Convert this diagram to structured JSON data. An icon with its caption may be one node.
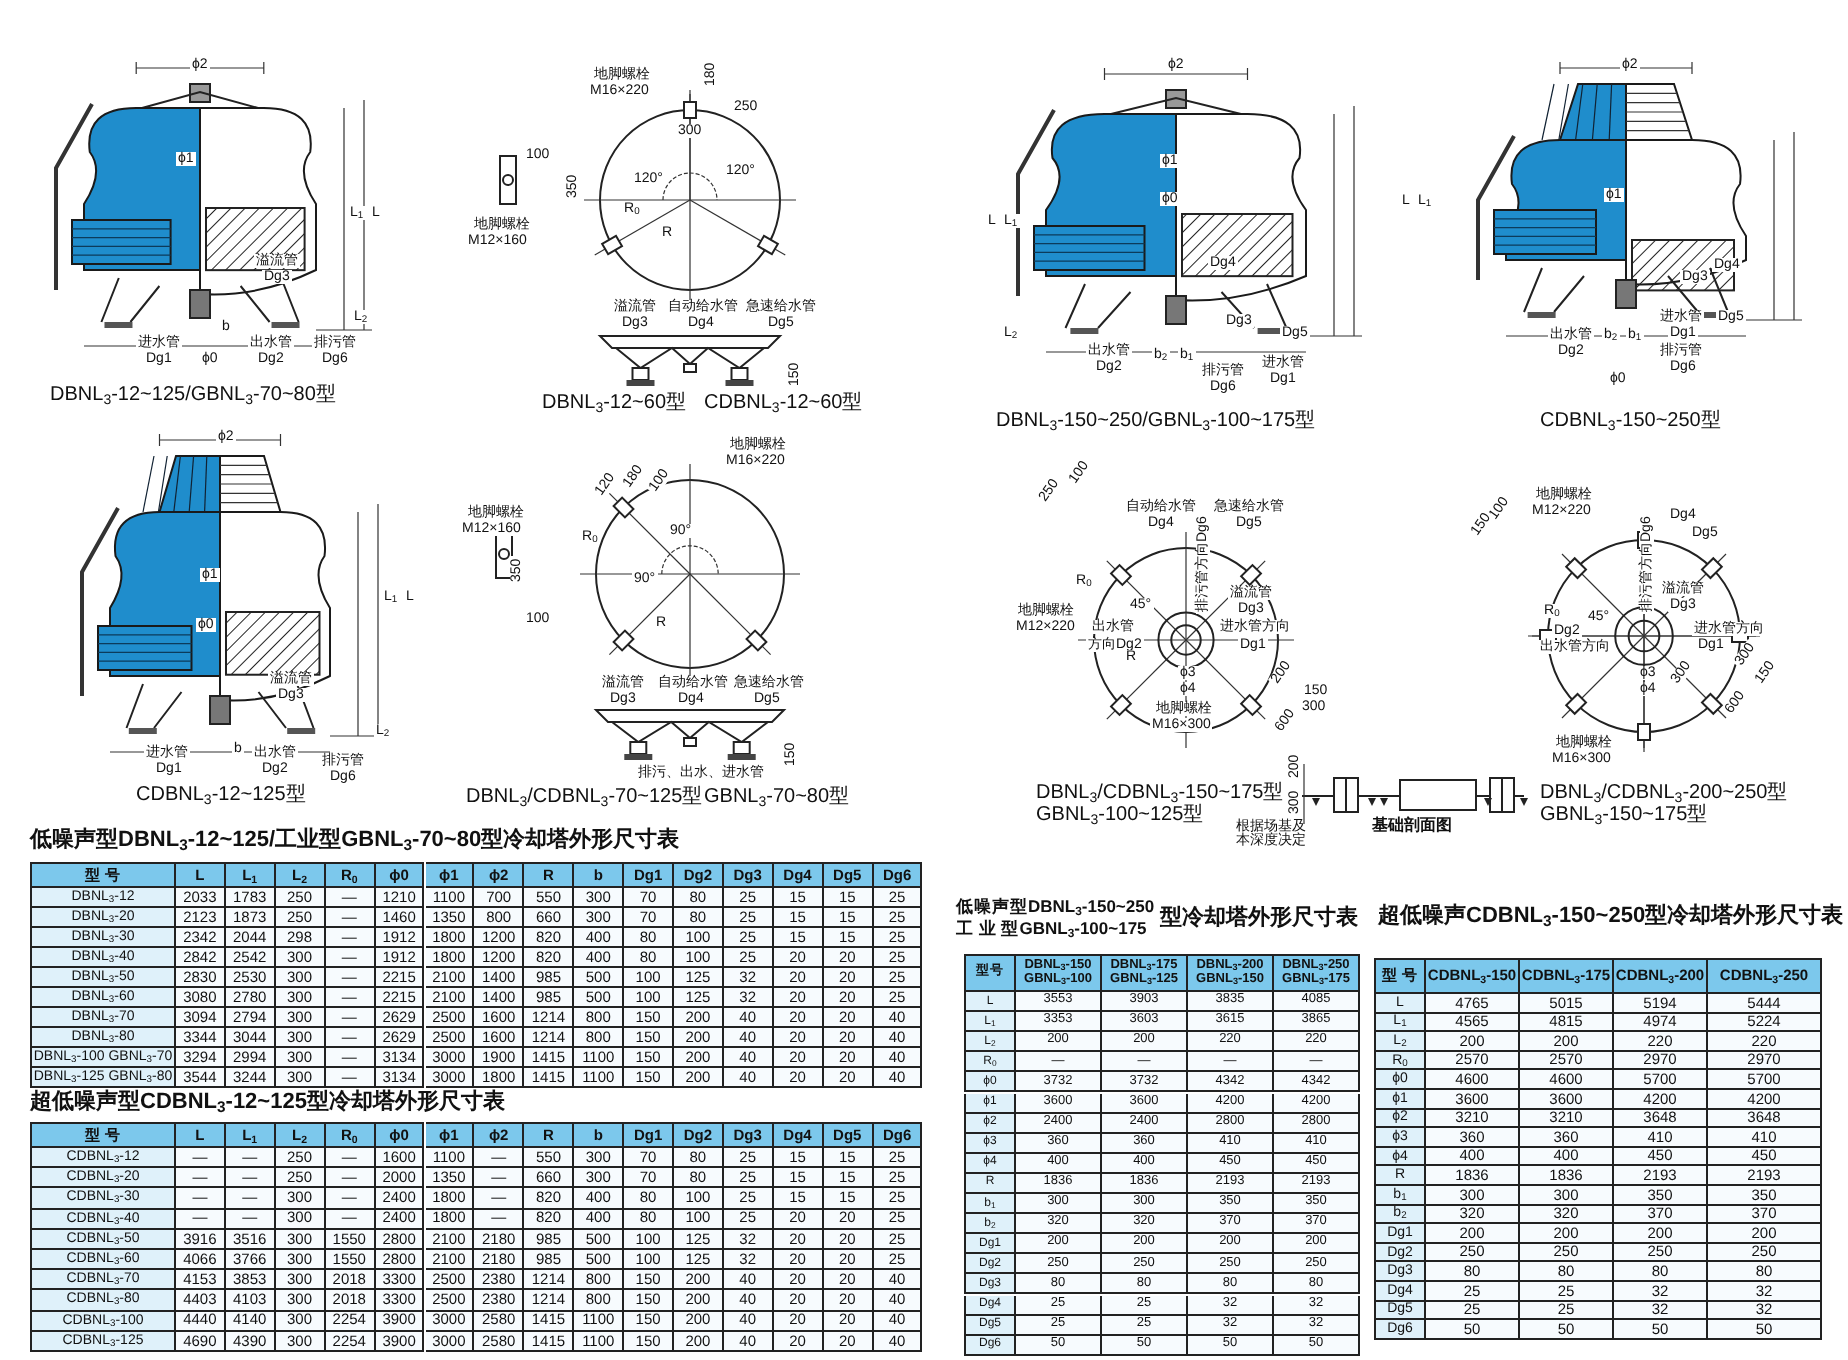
{
  "diagram": {
    "labels": [
      "ϕ2",
      "ϕ1",
      "L$_{1}$",
      "L",
      "溢流管",
      "Dg3",
      "L$_{2}$",
      "b",
      "进水管",
      "Dg1",
      "ϕ0",
      "出水管",
      "Dg2",
      "排污管",
      "Dg6",
      "DBNL$_{3}$-12~125/GBNL$_{3}$-70~80型",
      "地脚螺栓",
      "M16×220",
      "180",
      "250",
      "300",
      "100",
      "350",
      "120°",
      "120°",
      "R$_{0}$",
      "R",
      "地脚螺栓",
      "M12×160",
      "溢流管",
      "Dg3",
      "自动给水管",
      "Dg4",
      "急速给水管",
      "Dg5",
      "150",
      "DBNL$_{3}$-12~60型",
      "CDBNL$_{3}$-12~60型",
      "ϕ2",
      "ϕ1",
      "ϕ0",
      "L$_{1}$",
      "L",
      "溢流管",
      "Dg3",
      "L$_{2}$",
      "进水管",
      "Dg1",
      "b",
      "出水管",
      "Dg2",
      "排污管",
      "Dg6",
      "CDBNL$_{3}$-12~125型",
      "地脚螺栓",
      "M16×220",
      "120",
      "180",
      "100",
      "地脚螺栓",
      "M12×160",
      "R$_{0}$",
      "90°",
      "90°",
      "350",
      "100",
      "R",
      "溢流管",
      "Dg3",
      "自动给水管",
      "Dg4",
      "急速给水管",
      "Dg5",
      "150",
      "排污、出水、进水管",
      "DBNL$_{3}$/CDBNL$_{3}$-70~125型",
      "GBNL$_{3}$-70~80型",
      "ϕ2",
      "ϕ1",
      "ϕ0",
      "L",
      "L$_{1}$",
      "L$_{2}$",
      "Dg4",
      "Dg3",
      "Dg5",
      "出水管",
      "Dg2",
      "b$_{2}$",
      "b$_{1}$",
      "排污管",
      "Dg6",
      "进水管",
      "Dg1",
      "DBNL$_{3}$-150~250/GBNL$_{3}$-100~175型",
      "ϕ2",
      "L",
      "L$_{1}$",
      "ϕ1",
      "Dg4",
      "Dg3",
      "进水管",
      "Dg1",
      "Dg5",
      "出水管",
      "Dg2",
      "b$_{2}$",
      "b$_{1}$",
      "排污管",
      "Dg6",
      "ϕ0",
      "CDBNL$_{3}$-150~250型",
      "100",
      "250",
      "自动给水管",
      "Dg4",
      "急速给水管",
      "Dg5",
      "R$_{0}$",
      "地脚螺栓",
      "M12×220",
      "排污管方向Dg6",
      "45°",
      "溢流管",
      "Dg3",
      "出水管",
      "方向Dg2",
      "进水管方向",
      "Dg1",
      "R",
      "ϕ3",
      "ϕ4",
      "200",
      "150",
      "300",
      "600",
      "地脚螺栓",
      "M16×300",
      "DBNL$_{3}$/CDBNL$_{3}$-150~175型",
      "GBNL$_{3}$-100~125型",
      "200",
      "300",
      "根据场基及本深度决定",
      "基础剖面图",
      "地脚螺栓",
      "M12×220",
      "100",
      "150",
      "Dg4",
      "Dg5",
      "排污管方向Dg6",
      "溢流管",
      "Dg3",
      "R$_{0}$",
      "45°",
      "Dg2",
      "出水管方向",
      "进水管方向",
      "Dg1",
      "ϕ3",
      "ϕ4",
      "300",
      "300",
      "150",
      "600",
      "地脚螺栓",
      "M16×300",
      "DBNL$_{3}$/CDBNL$_{3}$-200~250型",
      "GBNL$_{3}$-150~175型",
      "低噪声型DBNL$_{3}$-12~125/工业型GBNL$_{3}$-70~80型冷却塔外形尺寸表",
      "型 号",
      "L",
      "L$_{1}$",
      "L$_{2}$",
      "R$_{0}$",
      "ϕ0",
      "ϕ1",
      "ϕ2",
      "R",
      "b",
      "Dg1",
      "Dg2",
      "Dg3",
      "Dg4",
      "Dg5",
      "Dg6",
      "DBNL$_{3}$-12",
      "2033",
      "1783",
      "250",
      "—",
      "1210",
      "1100",
      "700",
      "550",
      "300",
      "70",
      "80",
      "25",
      "15",
      "15",
      "25",
      "DBNL$_{3}$-20",
      "2123",
      "1873",
      "250",
      "—",
      "1460",
      "1350",
      "800",
      "660",
      "300",
      "70",
      "80",
      "25",
      "15",
      "15",
      "25",
      "DBNL$_{3}$-30",
      "2342",
      "2044",
      "298",
      "—",
      "1912",
      "1800",
      "1200",
      "820",
      "400",
      "80",
      "100",
      "25",
      "15",
      "15",
      "25",
      "DBNL$_{3}$-40",
      "2842",
      "2542",
      "300",
      "—",
      "1912",
      "1800",
      "1200",
      "820",
      "400",
      "80",
      "100",
      "25",
      "20",
      "20",
      "25",
      "DBNL$_{3}$-50",
      "2830",
      "2530",
      "300",
      "—",
      "2215",
      "2100",
      "1400",
      "985",
      "500",
      "100",
      "125",
      "32",
      "20",
      "20",
      "25",
      "DBNL$_{3}$-60",
      "3080",
      "2780",
      "300",
      "—",
      "2215",
      "2100",
      "1400",
      "985",
      "500",
      "100",
      "125",
      "32",
      "20",
      "20",
      "25",
      "DBNL$_{3}$-70",
      "3094",
      "2794",
      "300",
      "—",
      "2629",
      "2500",
      "1600",
      "1214",
      "800",
      "150",
      "200",
      "40",
      "20",
      "20",
      "40",
      "DBNL$_{3}$-80",
      "3344",
      "3044",
      "300",
      "—",
      "2629",
      "2500",
      "1600",
      "1214",
      "800",
      "150",
      "200",
      "40",
      "20",
      "20",
      "40",
      "DBNL$_{3}$-100 GBNL$_{3}$-70",
      "3294",
      "2994",
      "300",
      "—",
      "3134",
      "3000",
      "1900",
      "1415",
      "1100",
      "150",
      "200",
      "40",
      "20",
      "20",
      "40",
      "DBNL$_{3}$-125 GBNL$_{3}$-80",
      "3544",
      "3244",
      "300",
      "—",
      "3134",
      "3000",
      "1800",
      "1415",
      "1100",
      "150",
      "200",
      "40",
      "20",
      "20",
      "40",
      "超低噪声型CDBNL$_{3}$-12~125型冷却塔外形尺寸表",
      "型 号",
      "L",
      "L$_{1}$",
      "L$_{2}$",
      "R$_{0}$",
      "ϕ0",
      "ϕ1",
      "ϕ2",
      "R",
      "b",
      "Dg1",
      "Dg2",
      "Dg3",
      "Dg4",
      "Dg5",
      "Dg6",
      "CDBNL$_{3}$-12",
      "—",
      "—",
      "250",
      "—",
      "1600",
      "1100",
      "—",
      "550",
      "300",
      "70",
      "80",
      "25",
      "15",
      "15",
      "25",
      "CDBNL$_{3}$-20",
      "—",
      "—",
      "250",
      "—",
      "2000",
      "1350",
      "—",
      "660",
      "300",
      "70",
      "80",
      "25",
      "15",
      "15",
      "25",
      "CDBNL$_{3}$-30",
      "—",
      "—",
      "300",
      "—",
      "2400",
      "1800",
      "—",
      "820",
      "400",
      "80",
      "100",
      "25",
      "15",
      "15",
      "25",
      "CDBNL$_{3}$-40",
      "—",
      "—",
      "300",
      "—",
      "2400",
      "1800",
      "—",
      "820",
      "400",
      "80",
      "100",
      "25",
      "20",
      "20",
      "25",
      "CDBNL$_{3}$-50",
      "3916",
      "3516",
      "300",
      "1550",
      "2800",
      "2100",
      "2180",
      "985",
      "500",
      "100",
      "125",
      "32",
      "20",
      "20",
      "25",
      "CDBNL$_{3}$-60",
      "4066",
      "3766",
      "300",
      "1550",
      "2800",
      "2100",
      "2180",
      "985",
      "500",
      "100",
      "125",
      "32",
      "20",
      "20",
      "25",
      "CDBNL$_{3}$-70",
      "4153",
      "3853",
      "300",
      "2018",
      "3300",
      "2500",
      "2380",
      "1214",
      "800",
      "150",
      "200",
      "40",
      "20",
      "20",
      "40",
      "CDBNL$_{3}$-80",
      "4403",
      "4103",
      "300",
      "2018",
      "3300",
      "2500",
      "2380",
      "1214",
      "800",
      "150",
      "200",
      "40",
      "20",
      "20",
      "40",
      "CDBNL$_{3}$-100",
      "4440",
      "4140",
      "300",
      "2254",
      "3900",
      "3000",
      "2580",
      "1415",
      "1100",
      "150",
      "200",
      "40",
      "20",
      "20",
      "40",
      "CDBNL$_{3}$-125",
      "4690",
      "4390",
      "300",
      "2254",
      "3900",
      "3000",
      "2580",
      "1415",
      "1100",
      "150",
      "200",
      "40",
      "20",
      "20",
      "40",
      "低噪声型DBNL$_{3}$-150~250",
      "工 业 型GBNL$_{3}$-100~175",
      "型冷却塔外形尺寸表",
      "型号",
      "DBNL$_{3}$-150 GBNL$_{3}$-100",
      "DBNL$_{3}$-175 GBNL$_{3}$-125",
      "DBNL$_{3}$-200 GBNL$_{3}$-150",
      "DBNL$_{3}$-250 GBNL$_{3}$-175",
      "L",
      "3553",
      "3903",
      "3835",
      "4085",
      "L$_{1}$",
      "3353",
      "3603",
      "3615",
      "3865",
      "L$_{2}$",
      "200",
      "200",
      "220",
      "220",
      "R$_{0}$",
      "—",
      "—",
      "—",
      "—",
      "ϕ0",
      "3732",
      "3732",
      "4342",
      "4342",
      "ϕ1",
      "3600",
      "3600",
      "4200",
      "4200",
      "ϕ2",
      "2400",
      "2400",
      "2800",
      "2800",
      "ϕ3",
      "360",
      "360",
      "410",
      "410",
      "ϕ4",
      "400",
      "400",
      "450",
      "450",
      "R",
      "1836",
      "1836",
      "2193",
      "2193",
      "b$_{1}$",
      "300",
      "300",
      "350",
      "350",
      "b$_{2}$",
      "320",
      "320",
      "370",
      "370",
      "Dg1",
      "200",
      "200",
      "200",
      "200",
      "Dg2",
      "250",
      "250",
      "250",
      "250",
      "Dg3",
      "80",
      "80",
      "80",
      "80",
      "Dg4",
      "25",
      "25",
      "32",
      "32",
      "Dg5",
      "25",
      "25",
      "32",
      "32",
      "Dg6",
      "50",
      "50",
      "50",
      "50",
      "超低噪声CDBNL$_{3}$-150~250型冷却塔外形尺寸表",
      "型 号",
      "CDBNL$_{3}$-150",
      "CDBNL$_{3}$-175",
      "CDBNL$_{3}$-200",
      "CDBNL$_{3}$-250",
      "L",
      "4765",
      "5015",
      "5194",
      "5444",
      "L$_{1}$",
      "4565",
      "4815",
      "4974",
      "5224",
      "L$_{2}$",
      "200",
      "200",
      "220",
      "220",
      "R$_{0}$",
      "2570",
      "2570",
      "2970",
      "2970",
      "ϕ0",
      "4600",
      "4600",
      "5700",
      "5700",
      "ϕ1",
      "3600",
      "3600",
      "4200",
      "4200",
      "ϕ2",
      "3210",
      "3210",
      "3648",
      "3648",
      "ϕ3",
      "360",
      "360",
      "410",
      "410",
      "ϕ4",
      "400",
      "400",
      "450",
      "450",
      "R",
      "1836",
      "1836",
      "2193",
      "2193",
      "b$_{1}$",
      "300",
      "300",
      "350",
      "350",
      "b$_{2}$",
      "320",
      "320",
      "370",
      "370",
      "Dg1",
      "200",
      "200",
      "200",
      "200",
      "Dg2",
      "250",
      "250",
      "250",
      "250",
      "Dg3",
      "80",
      "80",
      "80",
      "80",
      "Dg4",
      "25",
      "25",
      "32",
      "32",
      "Dg5",
      "25",
      "25",
      "32",
      "32",
      "Dg6",
      "50",
      "50",
      "50",
      "50"
    ]
  }
}
